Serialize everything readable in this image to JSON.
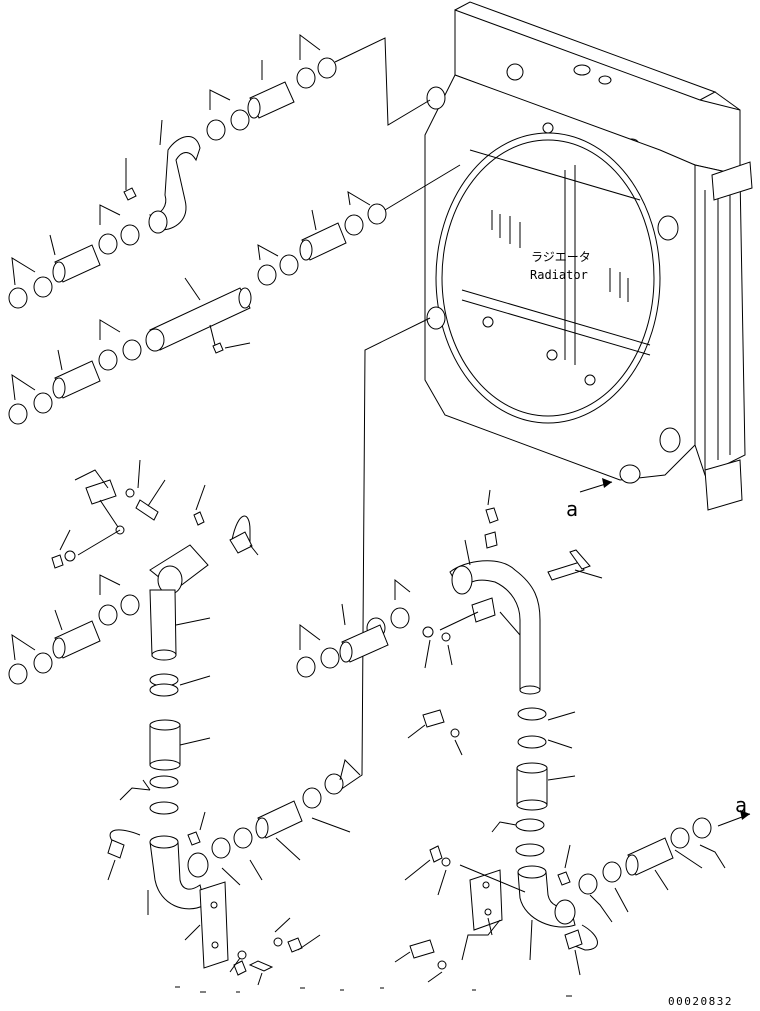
{
  "labels": {
    "radiator_jp": "ラジエータ",
    "radiator_en": "Radiator",
    "view_a_left": "a",
    "view_a_right": "a",
    "drawing_number": "00020832"
  },
  "icons": {
    "leader_lines": "callout-leader",
    "hose": "hose-segment",
    "clamp": "hose-clamp"
  }
}
